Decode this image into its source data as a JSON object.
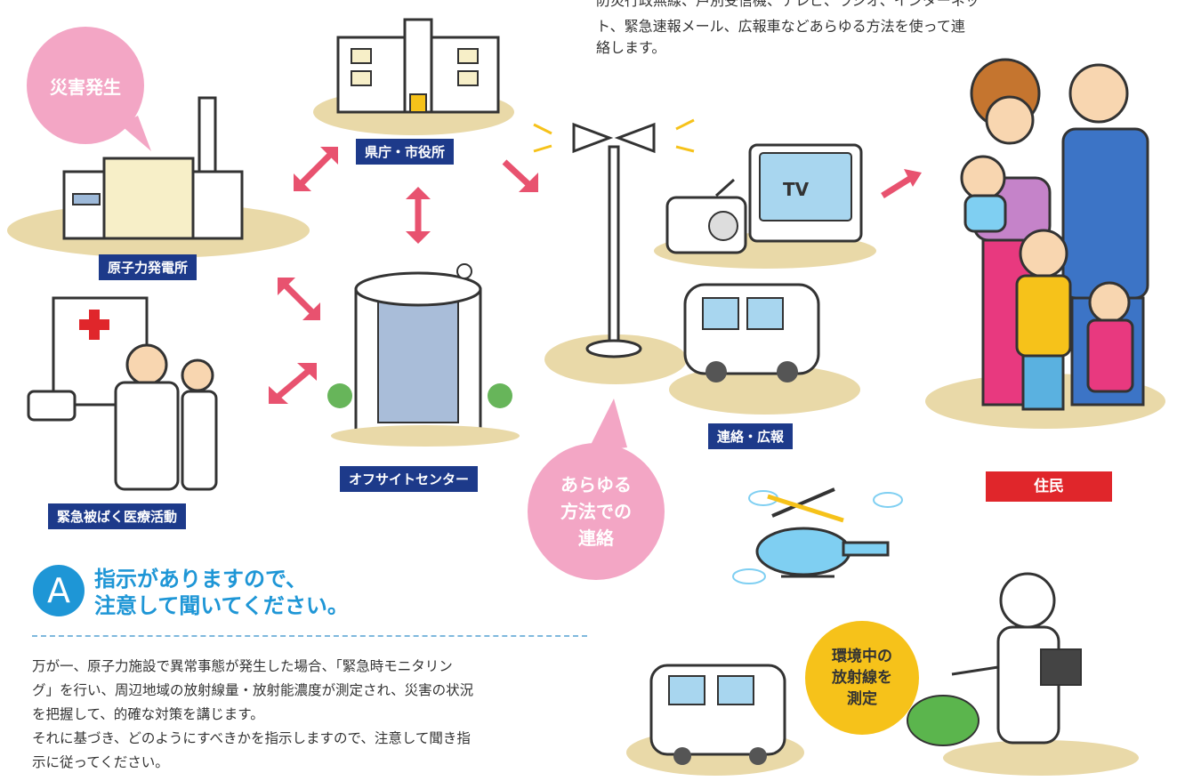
{
  "top_text": {
    "partial_line": "防災行政無線、戸別受信機、テレビ、ラジオ、インターネッ",
    "line2": "ト、緊急速報メール、広報車などあらゆる方法を使って連",
    "line3": "絡します。"
  },
  "bubbles": {
    "disaster": "災害発生",
    "all_methods": [
      "あらゆる",
      "方法での",
      "連絡"
    ],
    "environment": [
      "環境中の",
      "放射線を",
      "測定"
    ]
  },
  "labels": {
    "prefecture": "県庁・市役所",
    "plant": "原子力発電所",
    "offsite": "オフサイトセンター",
    "medical": "緊急被ばく医療活動",
    "contact": "連絡・広報",
    "residents": "住民"
  },
  "icons": {
    "tv_text": "TV"
  },
  "section_a": {
    "letter": "A",
    "heading_line1": "指示がありますので、",
    "heading_line2": "注意して聞いてください。",
    "body_line1": "万が一、原子力施設で異常事態が発生した場合、「緊急時モニタリン",
    "body_line2": "グ」を行い、周辺地域の放射線量・放射能濃度が測定され、災害の状況",
    "body_line3": "を把握して、的確な対策を講じます。",
    "body_line4": "それに基づき、どのようにすべきかを指示しますので、注意して聞き指",
    "body_line5": "示に従ってください。"
  },
  "colors": {
    "navy_label": "#1d3a8a",
    "red_label": "#e0262b",
    "pink_bubble": "#f3a6c5",
    "yellow_bubble": "#f6c21a",
    "arrow_pink": "#e8526f",
    "accent_blue": "#1e96d6"
  }
}
